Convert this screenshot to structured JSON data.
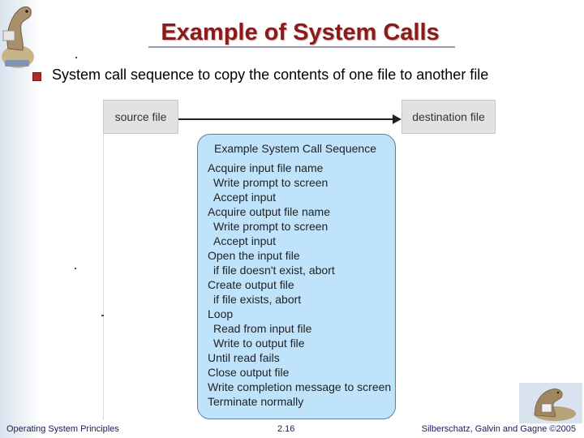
{
  "slide": {
    "title": "Example of System Calls",
    "bullet": "System call sequence to copy the contents of one file to another file"
  },
  "figure": {
    "source_label": "source file",
    "destination_label": "destination  file",
    "sequence_title": "Example System Call Sequence",
    "steps": [
      {
        "text": "Acquire input file name",
        "indent": false
      },
      {
        "text": "Write prompt to screen",
        "indent": true
      },
      {
        "text": "Accept input",
        "indent": true
      },
      {
        "text": "Acquire output file name",
        "indent": false
      },
      {
        "text": "Write prompt to screen",
        "indent": true
      },
      {
        "text": "Accept input",
        "indent": true
      },
      {
        "text": "Open the input file",
        "indent": false
      },
      {
        "text": "if file doesn't exist, abort",
        "indent": true
      },
      {
        "text": "Create output file",
        "indent": false
      },
      {
        "text": "if file exists, abort",
        "indent": true
      },
      {
        "text": "Loop",
        "indent": false
      },
      {
        "text": "Read from input file",
        "indent": true
      },
      {
        "text": "Write to output file",
        "indent": true
      },
      {
        "text": "Until read fails",
        "indent": false
      },
      {
        "text": "Close output file",
        "indent": false
      },
      {
        "text": "Write completion message to screen",
        "indent": false
      },
      {
        "text": "Terminate normally",
        "indent": false
      }
    ]
  },
  "footer": {
    "course": "Operating System Principles",
    "page_number": "2.16",
    "copyright": "Silberschatz, Galvin and Gagne ©2005"
  },
  "colors": {
    "title": "#8b1a1a",
    "bullet": "#b02a2a",
    "sequence_fill": "#bfe3fb",
    "footer_text": "#1a1a60"
  },
  "icons": {
    "top_left": "dinosaur-icon",
    "bottom_right": "dinosaur-icon"
  }
}
